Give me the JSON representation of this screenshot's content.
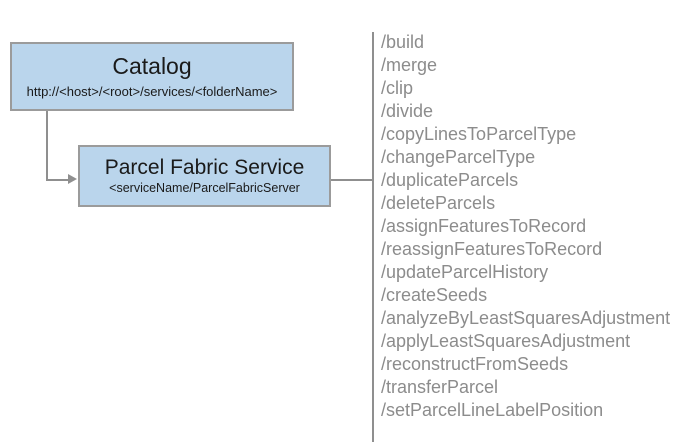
{
  "diagram": {
    "catalog_node": {
      "title": "Catalog",
      "subtitle": "http://<host>/<root>/services/<folderName>"
    },
    "service_node": {
      "title": "Parcel Fabric Service",
      "subtitle": "<serviceName/ParcelFabricServer"
    },
    "operations": [
      "/build",
      "/merge",
      "/clip",
      "/divide",
      "/copyLinesToParcelType",
      "/changeParcelType",
      "/duplicateParcels",
      "/deleteParcels",
      "/assignFeaturesToRecord",
      "/reassignFeaturesToRecord",
      "/updateParcelHistory",
      "/createSeeds",
      "/analyzeByLeastSquaresAdjustment",
      "/applyLeastSquaresAdjustment",
      "/reconstructFromSeeds",
      "/transferParcel",
      "/setParcelLineLabelPosition"
    ],
    "colors": {
      "node_fill": "#bad5ec",
      "node_border": "#9b9b9b",
      "connector": "#8f8f8f",
      "operation_text": "#8c8c8c",
      "node_text": "#1a1a1a",
      "background": "#ffffff"
    }
  }
}
